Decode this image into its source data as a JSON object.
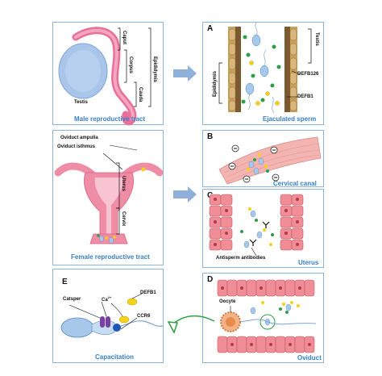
{
  "panels": {
    "male": {
      "caption": "Male reproductive tract",
      "labels": {
        "caput": "Caput",
        "corpus": "Corpus",
        "cauda": "Cauda",
        "epididymis": "Epididymis",
        "testis": "Testis"
      }
    },
    "A": {
      "letter": "A",
      "caption": "Ejaculated sperm",
      "labels": {
        "testis": "Testis",
        "epididymis": "Epididymis",
        "defb126": "DEFB126",
        "defb1": "DEFB1"
      }
    },
    "female": {
      "caption": "Female reproductive tract",
      "labels": {
        "ampulla": "Oviduct ampulla",
        "isthmus": "Oviduct isthmus",
        "uterus": "Uterus",
        "cervix": "Cervix"
      }
    },
    "B": {
      "letter": "B",
      "caption": "Cervical canal"
    },
    "C": {
      "letter": "C",
      "caption": "Uterus",
      "labels": {
        "antibodies": "Antisperm antibodies"
      }
    },
    "D": {
      "letter": "D",
      "caption": "Oviduct",
      "labels": {
        "oocyte": "Oocyte"
      }
    },
    "E": {
      "letter": "E",
      "caption": "Capacitation",
      "labels": {
        "catsper": "Catsper",
        "ca": "Ca",
        "ca_sup": "2+",
        "defb1": "DEFB1",
        "ccr6": "CCR6"
      }
    }
  },
  "colors": {
    "panel_border": "#8fb4d9",
    "caption": "#3a7fc4",
    "arrow": "#8fb0d8",
    "green_arrow": "#2e9e44",
    "tissue_pink": "#f08da6",
    "epithelium": "#e8838f",
    "defensin_yellow": "#f5d21a",
    "defensin_green": "#2e9e44",
    "sperm_blue": "#a6c8ea"
  }
}
